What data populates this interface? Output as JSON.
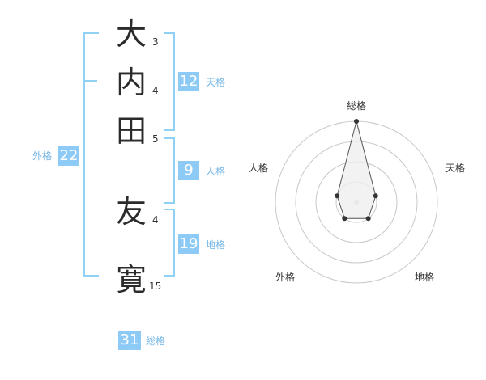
{
  "name_chars": [
    {
      "char": "大",
      "strokes": "3"
    },
    {
      "char": "内",
      "strokes": "4"
    },
    {
      "char": "田",
      "strokes": "5"
    },
    {
      "char": "友",
      "strokes": "4"
    },
    {
      "char": "寛",
      "strokes": "15"
    }
  ],
  "kakusu": {
    "tenkaku": {
      "value": "12",
      "label": "天格"
    },
    "jinkaku": {
      "value": "9",
      "label": "人格"
    },
    "chikaku": {
      "value": "19",
      "label": "地格"
    },
    "gaikaku": {
      "value": "22",
      "label": "外格"
    },
    "soukaku": {
      "value": "31",
      "label": "総格"
    }
  },
  "radar": {
    "axes": [
      "総格",
      "天格",
      "地格",
      "外格",
      "人格"
    ],
    "levels": 4,
    "values": [
      1.0,
      0.25,
      0.25,
      0.25,
      0.25
    ],
    "colors": {
      "grid": "#c8c8c8",
      "fill": "#efefef",
      "line": "#555555",
      "point": "#333333",
      "center": "#cccccc"
    }
  },
  "colors": {
    "accent": "#8dcbf6",
    "accent_text": "#73b6e6"
  }
}
